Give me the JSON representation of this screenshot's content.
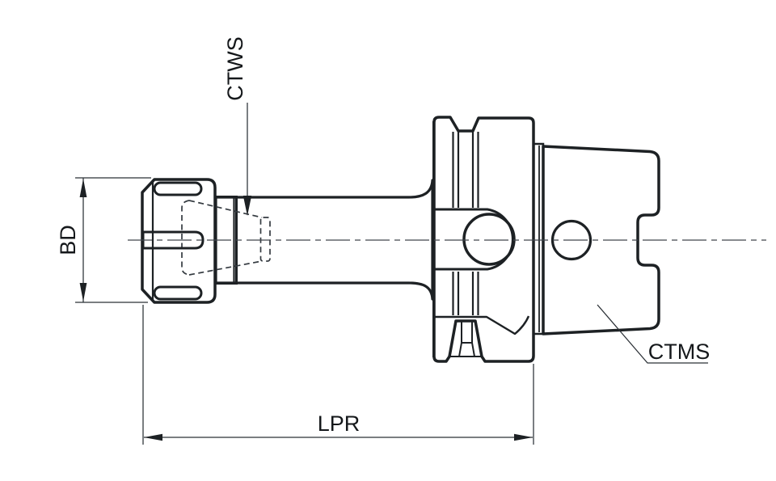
{
  "labels": {
    "ctws": "CTWS",
    "bd": "BD",
    "lpr": "LPR",
    "ctms": "CTMS"
  },
  "colors": {
    "background": "#ffffff",
    "outline": "#1d2124",
    "dimension_lines": "#2b3036",
    "metal_highlight": "#f3f5f6",
    "metal_mid": "#c5cacd",
    "metal_shadow": "#7a8086",
    "nut_slot_fill": "#949aa0",
    "drive_slot_fill": "#99a0a7",
    "pocket_fill": "#cbd0d4"
  },
  "annotations": [
    {
      "label": "CTWS",
      "type": "vertical leader with arrow to hidden collet contour"
    },
    {
      "label": "BD",
      "type": "vertical linear dimension of clamping-nut diameter"
    },
    {
      "label": "LPR",
      "type": "horizontal linear dimension nut face to flange rear"
    },
    {
      "label": "CTMS",
      "type": "plain leader line to taper shank surface"
    }
  ]
}
